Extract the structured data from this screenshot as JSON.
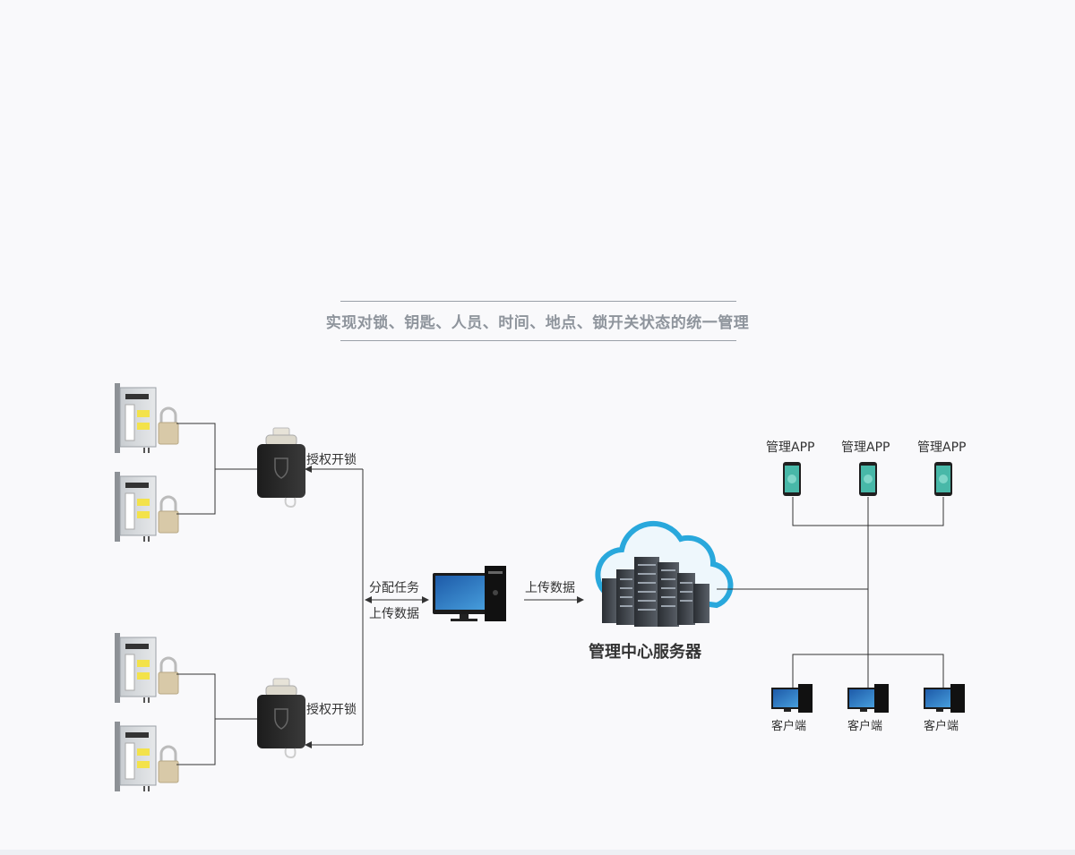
{
  "headline": "实现对锁、钥匙、人员、时间、地点、锁开关状态的统一管理",
  "key_device_1_label": "授权开锁",
  "key_device_2_label": "授权开锁",
  "pc_labels": {
    "assign": "分配任务",
    "upload": "上传数据"
  },
  "server_link_label": "上传数据",
  "server_label": "管理中心服务器",
  "apps": [
    "管理APP",
    "管理APP",
    "管理APP"
  ],
  "clients": [
    "客户端",
    "客户端",
    "客户端"
  ],
  "colors": {
    "line": "#333333",
    "cloud": "#29a8dc",
    "phone_screen": "#48b8a8",
    "headline": "#8e949c"
  }
}
